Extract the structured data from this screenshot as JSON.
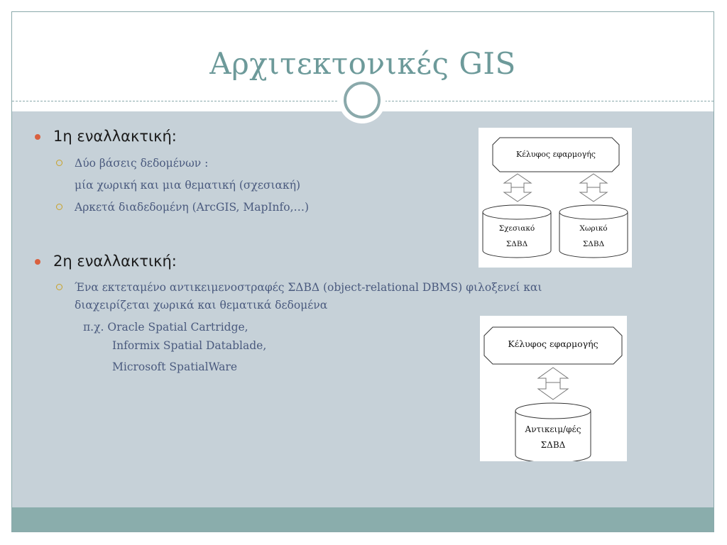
{
  "title": "Αρχιτεκτονικές GIS",
  "alt1": {
    "heading": "1η εναλλακτική:",
    "sub1_line1": "Δύο βάσεις δεδομένων :",
    "sub1_line2": "μία χωρική και μια θεματική (σχεσιακή)",
    "sub2": "Αρκετά διαδεδομένη (ArcGIS, MapInfo,…)"
  },
  "alt2": {
    "heading": "2η εναλλακτική:",
    "sub1_line1": "Ένα εκτεταμένο αντικειμενοστραφές ΣΔΒΔ (object-relational DBMS) φιλοξενεί και",
    "sub1_line2": "διαχειρίζεται χωρικά και θεματικά δεδομένα",
    "example_line1": "π.χ. Oracle Spatial Cartridge,",
    "example_line2": "Informix Spatial Datablade,",
    "example_line3": "Microsoft SpatialWare"
  },
  "diagram1": {
    "shell": "Κέλυφος εφαρμογής",
    "db_left_line1": "Σχεσιακό",
    "db_left_line2": "ΣΔΒΔ",
    "db_right_line1": "Χωρικό",
    "db_right_line2": "ΣΔΒΔ"
  },
  "diagram2": {
    "shell": "Κέλυφος εφαρμογής",
    "db_line1": "Αντικειμ/φές",
    "db_line2": "ΣΔΒΔ"
  },
  "colors": {
    "title": "#6d9a9a",
    "content_bg": "#c6d1d8",
    "footer": "#8aadac",
    "bullet_main": "#d9603f",
    "bullet_sub": "#c9a227",
    "sub_text": "#4a5a7e"
  }
}
